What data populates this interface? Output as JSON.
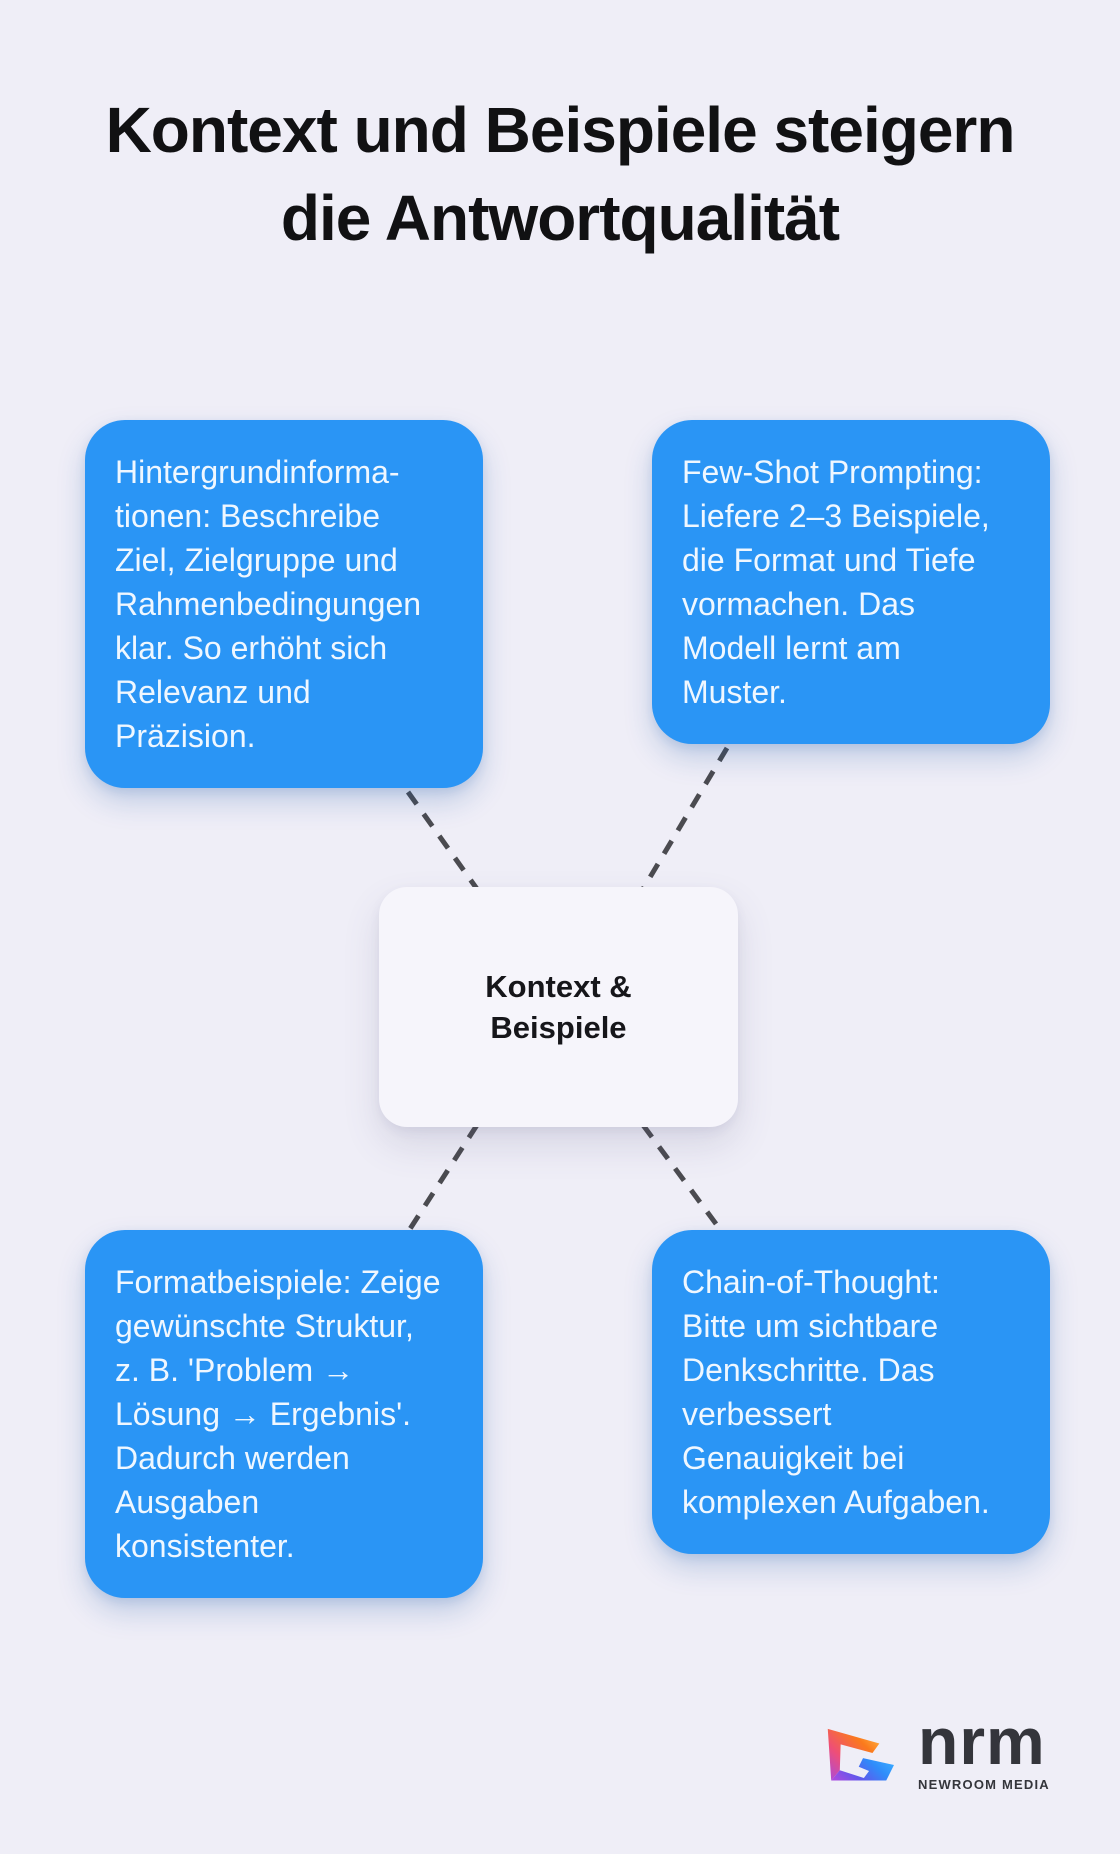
{
  "title": "Kontext und Beispiele steigern\ndie Antwortqualität",
  "center": {
    "label": "Kontext &\nBeispiele"
  },
  "nodes": [
    {
      "id": "top-left",
      "text": "Hintergrundinforma-\ntionen: Beschreibe\nZiel, Zielgruppe und\nRahmenbedingungen\nklar. So erhöht sich\nRelevanz und\nPräzision."
    },
    {
      "id": "top-right",
      "text": "Few-Shot Prompting:\nLiefere 2–3 Beispiele,\ndie Format und Tiefe\nvormachen. Das\nModell lernt am\nMuster."
    },
    {
      "id": "bottom-left",
      "text": "Formatbeispiele: Zeige\ngewünschte Struktur,\nz. B. 'Problem →\nLösung → Ergebnis'.\nDadurch werden\nAusgaben\nkonsistenter."
    },
    {
      "id": "bottom-right",
      "text": "Chain-of-Thought:\nBitte um sichtbare\nDenkschritte. Das\nverbessert\nGenauigkeit bei\nkomplexen Aufgaben."
    }
  ],
  "logo": {
    "wordmark": "nrm",
    "subtitle": "NEWROOM MEDIA"
  },
  "colors": {
    "background": "#EFEEF7",
    "node_blue": "#2A95F5",
    "node_text": "#EFF7FF",
    "center_bg": "#F6F5FB",
    "dash_gray": "#4B4B50",
    "title_text": "#111113",
    "logo_text": "#34353B"
  }
}
